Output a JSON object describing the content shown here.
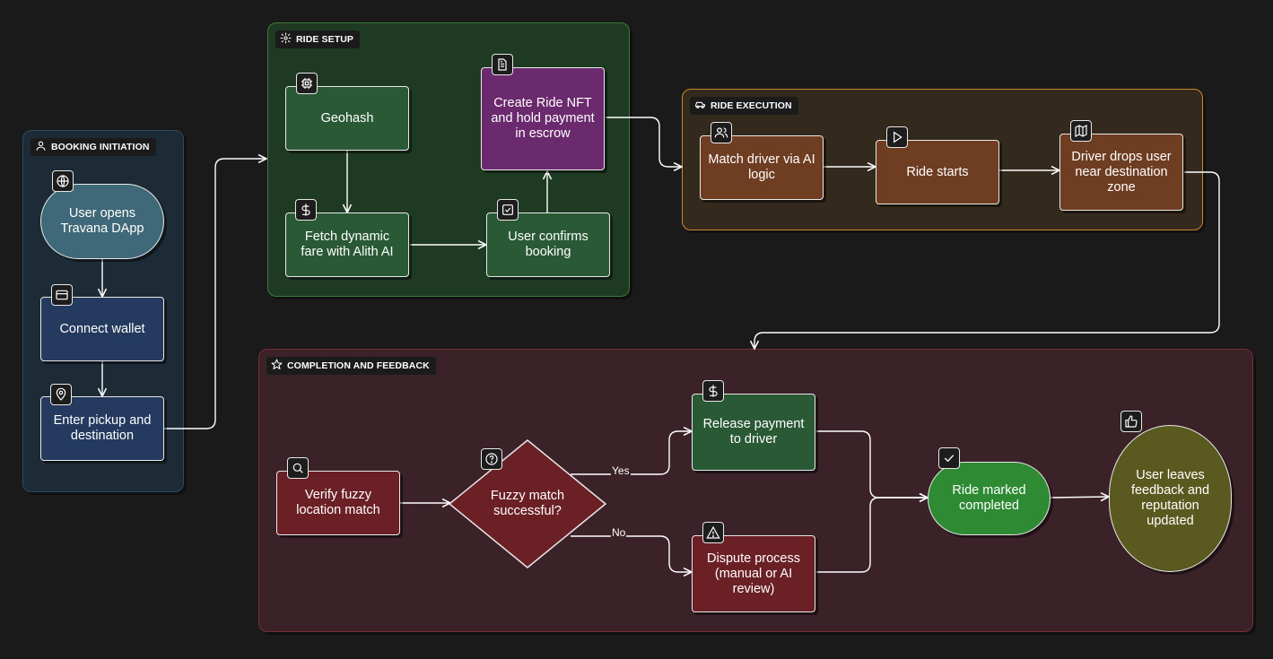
{
  "groups": {
    "booking": {
      "label": "BOOKING INITIATION",
      "icon": "user-icon"
    },
    "setup": {
      "label": "RIDE SETUP",
      "icon": "gear-icon"
    },
    "execution": {
      "label": "RIDE EXECUTION",
      "icon": "car-icon"
    },
    "completion": {
      "label": "COMPLETION AND FEEDBACK",
      "icon": "star-icon"
    }
  },
  "nodes": {
    "open_dapp": {
      "text": "User opens Travana DApp",
      "icon": "globe-icon"
    },
    "connect_wallet": {
      "text": "Connect wallet",
      "icon": "credit-card-icon"
    },
    "enter_pickup": {
      "text": "Enter pickup and destination",
      "icon": "map-pin-icon"
    },
    "geohash": {
      "text": "Geohash",
      "icon": "cpu-icon"
    },
    "fetch_fare": {
      "text": "Fetch dynamic fare with Alith AI",
      "icon": "dollar-icon"
    },
    "confirm_booking": {
      "text": "User confirms booking",
      "icon": "checkbox-icon"
    },
    "create_nft": {
      "text": "Create Ride NFT and hold payment in escrow",
      "icon": "document-icon"
    },
    "match_driver": {
      "text": "Match driver via AI logic",
      "icon": "users-icon"
    },
    "ride_starts": {
      "text": "Ride starts",
      "icon": "play-icon"
    },
    "driver_drops": {
      "text": "Driver drops user near destination zone",
      "icon": "map-icon"
    },
    "verify_match": {
      "text": "Verify fuzzy location match",
      "icon": "search-icon"
    },
    "fuzzy_decision": {
      "text": "Fuzzy match successful?",
      "icon": "question-icon"
    },
    "release_payment": {
      "text": "Release payment to driver",
      "icon": "dollar-icon"
    },
    "dispute": {
      "text": "Dispute process (manual or AI review)",
      "icon": "warning-icon"
    },
    "ride_completed": {
      "text": "Ride marked completed",
      "icon": "check-icon"
    },
    "feedback": {
      "text": "User leaves feedback and reputation updated",
      "icon": "thumbs-up-icon"
    }
  },
  "edges": {
    "yes_label": "Yes",
    "no_label": "No"
  },
  "colors": {
    "booking_group_bg": "#1c2b36",
    "booking_group_border": "#2f4a5c",
    "setup_group_bg": "#1e3a22",
    "setup_group_border": "#3e7a3e",
    "execution_group_bg": "#33291d",
    "execution_group_border": "#c98a2e",
    "completion_group_bg": "#3a2228",
    "completion_group_border": "#7a2e34",
    "teal_node": "#3f6878",
    "navy_node": "#243a5e",
    "green_node": "#2a5a35",
    "purple_node": "#6b2a6e",
    "brown_node": "#6e3d22",
    "maroon_node": "#6b2026",
    "bright_green_node": "#2f8a34",
    "olive_node": "#5a5a20"
  }
}
